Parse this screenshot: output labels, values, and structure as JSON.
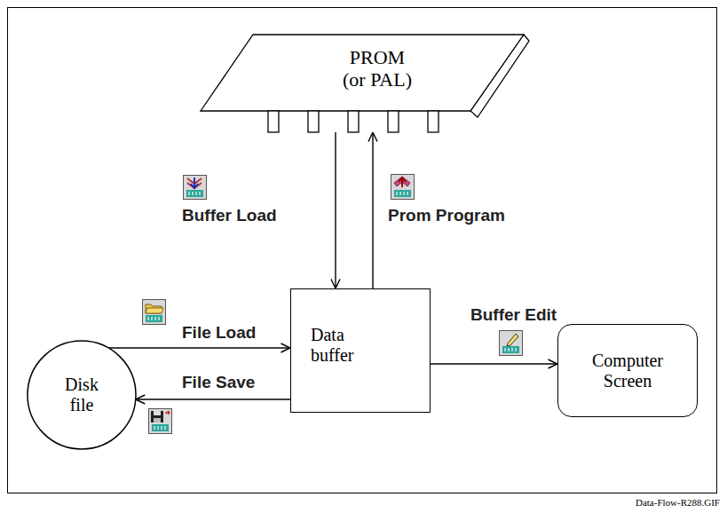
{
  "diagram": {
    "nodes": [
      {
        "text": [
          "PROM (or PAL)"
        ]
      },
      {
        "text": [
          "Disk file"
        ]
      },
      {
        "text": [
          "Data buffer"
        ]
      },
      {
        "text": [
          "Computer Screen"
        ]
      }
    ],
    "edges": [
      {
        "from": 0,
        "to": 2,
        "arrow": "to",
        "label": "Buffer Load"
      },
      {
        "from": 2,
        "to": 0,
        "arrow": "to",
        "label": "Prom Program"
      },
      {
        "from": 1,
        "to": 2,
        "arrow": "to",
        "label": "File Load"
      },
      {
        "from": 2,
        "to": 1,
        "arrow": "to",
        "label": "File Save"
      },
      {
        "from": 2,
        "to": 3,
        "arrow": "to",
        "label": "Buffer Edit"
      }
    ],
    "labels": [
      "Data-Flow-R288.GIF"
    ]
  }
}
